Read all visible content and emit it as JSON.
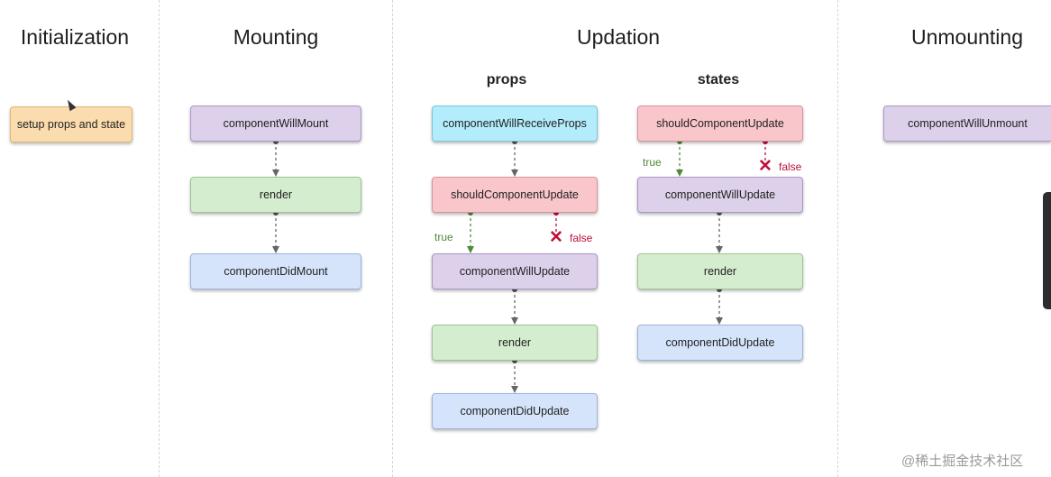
{
  "phases": {
    "initialization": "Initialization",
    "mounting": "Mounting",
    "updation": "Updation",
    "unmounting": "Unmounting"
  },
  "updation_sub": {
    "props": "props",
    "states": "states"
  },
  "initialization_box": "setup props and state",
  "mounting_boxes": [
    "componentWillMount",
    "render",
    "componentDidMount"
  ],
  "props_boxes": [
    "componentWillReceiveProps",
    "shouldComponentUpdate",
    "componentWillUpdate",
    "render",
    "componentDidUpdate"
  ],
  "states_boxes": [
    "shouldComponentUpdate",
    "componentWillUpdate",
    "render",
    "componentDidUpdate"
  ],
  "unmounting_box": "componentWillUnmount",
  "branch_labels": {
    "true": "true",
    "false": "false"
  },
  "watermark": "@稀土掘金技术社区",
  "colors": {
    "purple": "#ddd0ea",
    "green": "#d5edcf",
    "blue": "#d6e4fb",
    "cyan": "#b3ecfa",
    "red": "#f9c6cb",
    "orange": "#fbdcae",
    "true_arrow": "#4f8a35",
    "false_marker": "#b8103a",
    "connector": "#666666"
  },
  "icons": [
    "cursor-pointer-icon",
    "false-x-icon"
  ]
}
